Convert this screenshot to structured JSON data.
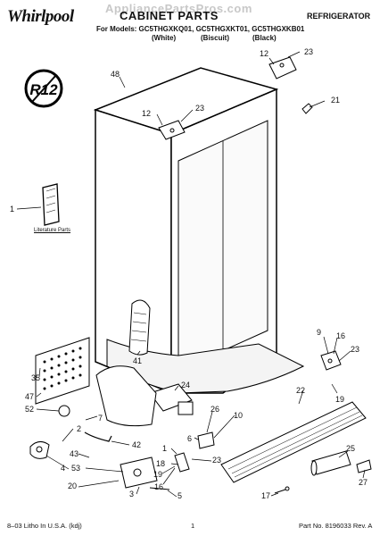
{
  "header": {
    "brand_logo": "Whirlpool",
    "watermark": "AppliancePartsPros.com",
    "title": "CABINET PARTS",
    "category": "REFRIGERATOR",
    "models_line": "For Models: GC5THGXKQ01, GC5THGXKT01, GC5THGXKB01",
    "color_white": "(White)",
    "color_biscuit": "(Biscuit)",
    "color_black": "(Black)"
  },
  "badge": {
    "text": "R12"
  },
  "diagram": {
    "literature_label": "Literature Parts",
    "callouts": [
      "23",
      "12",
      "48",
      "12",
      "23",
      "21",
      "1",
      "41",
      "9",
      "16",
      "23",
      "35",
      "24",
      "22",
      "19",
      "47",
      "52",
      "26",
      "10",
      "7",
      "6",
      "2",
      "42",
      "43",
      "1",
      "18",
      "25",
      "4",
      "53",
      "19",
      "16",
      "23",
      "27",
      "20",
      "3",
      "5",
      "17"
    ]
  },
  "footer": {
    "left": "8–03 Litho In U.S.A. (kdj)",
    "page": "1",
    "part_no": "Part No. 8196033 Rev. A"
  }
}
